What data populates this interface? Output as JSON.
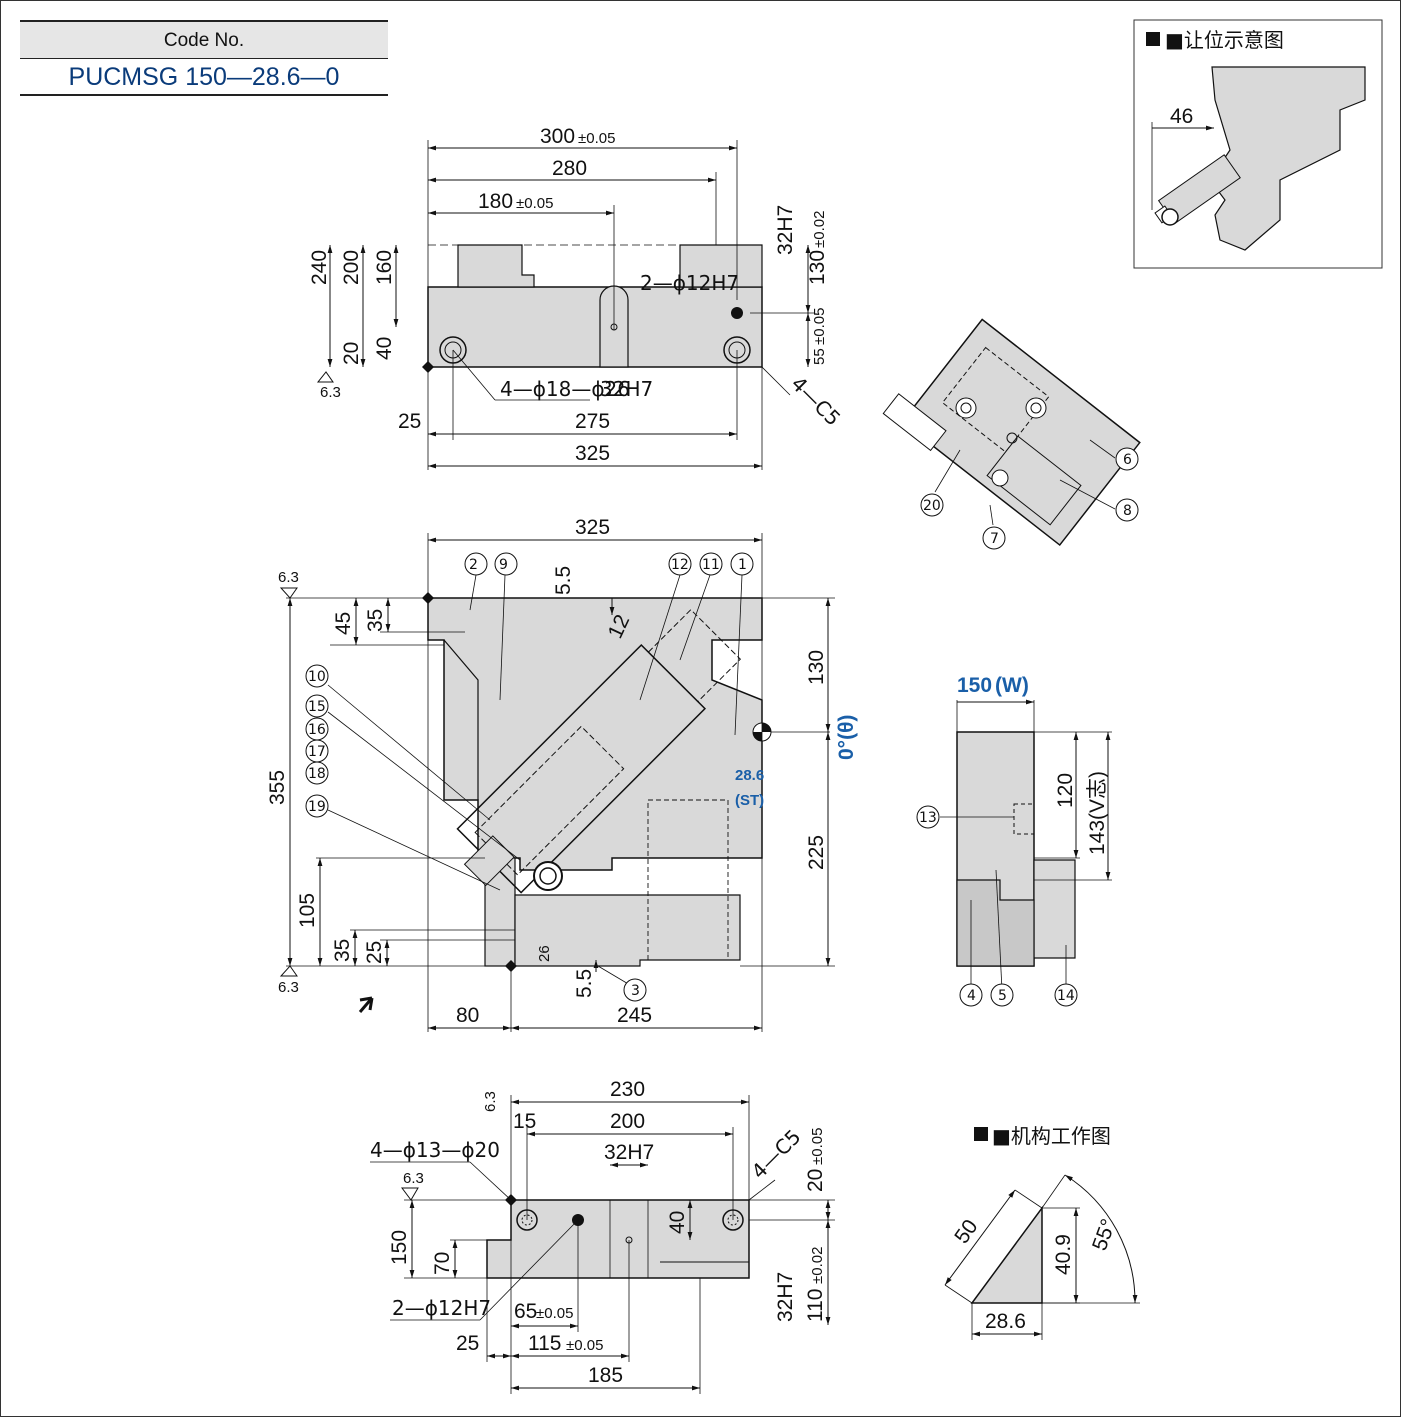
{
  "code_box": {
    "label": "Code No.",
    "value": "PUCMSG 150—28.6—0"
  },
  "top_view": {
    "d300": "300",
    "tol300": "±0.05",
    "d280": "280",
    "d180": "180",
    "tol180": "±0.05",
    "d240": "240",
    "d200": "200",
    "d160": "160",
    "d20": "20",
    "d40": "40",
    "d32h7": "32H7",
    "d130": "130",
    "tol130": "±0.02",
    "d55": "55",
    "tol55": "±0.05",
    "hole12": "2—ϕ12H7",
    "hole18": "4—ϕ18—ϕ26",
    "d32h7b": "32H7",
    "d25": "25",
    "d275": "275",
    "d325": "325",
    "chamfer": "4—C5",
    "rough": "6.3"
  },
  "front_view": {
    "d325": "325",
    "d355": "355",
    "d45": "45",
    "d35": "35",
    "d5_5": "5.5",
    "d12": "12",
    "d130": "130",
    "d225": "225",
    "d105": "105",
    "d35b": "35",
    "d25": "25",
    "d26": "26",
    "d5_5b": "5.5",
    "d80": "80",
    "d245": "245",
    "angle": "0°(θ)",
    "st_val": "28.6",
    "st_lbl": "(ST)",
    "rough": "6.3"
  },
  "callouts": [
    "①",
    "②",
    "③",
    "④",
    "⑤",
    "⑥",
    "⑦",
    "⑧",
    "⑨",
    "⑩",
    "⑪",
    "⑫",
    "⑬",
    "⑭",
    "⑮",
    "⑯",
    "⑰",
    "⑱",
    "⑲",
    "⑳"
  ],
  "side_view": {
    "w": "150",
    "w_lbl": "(W)",
    "d120": "120",
    "d143": "143(V志)"
  },
  "bottom_view": {
    "d230": "230",
    "d15": "15",
    "d200": "200",
    "d32h7": "32H7",
    "hole13": "4—ϕ13—ϕ20",
    "chamfer": "4—C5",
    "d20": "20",
    "tol20": "±0.05",
    "d150": "150",
    "d70": "70",
    "d40": "40",
    "hole12": "2—ϕ12H7",
    "d65": "65",
    "tol65": "±0.05",
    "d25": "25",
    "d115": "115",
    "tol115": "±0.05",
    "d185": "185",
    "d32h7b": "32H7",
    "d110": "110",
    "tol110": "±0.02",
    "rough": "6.3"
  },
  "clearance": {
    "title": "■让位示意图",
    "d46": "46"
  },
  "mechanism": {
    "title": "■机构工作图",
    "d50": "50",
    "d40_9": "40.9",
    "d28_6": "28.6",
    "d55": "55°"
  }
}
